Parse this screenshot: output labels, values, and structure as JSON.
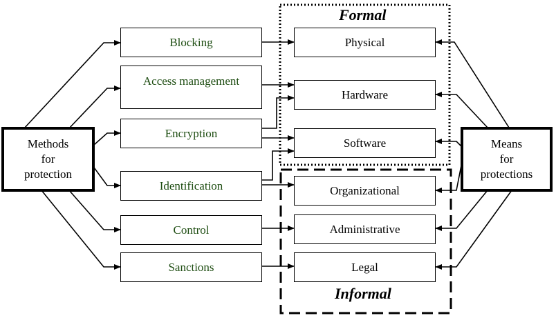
{
  "left_hub": {
    "line1": "Methods",
    "line2": "for",
    "line3": "protection"
  },
  "right_hub": {
    "line1": "Means",
    "line2": "for",
    "line3": "protections"
  },
  "methods": [
    "Blocking",
    "Access management",
    "Encryption",
    "Identification",
    "Control",
    "Sanctions"
  ],
  "means": [
    "Physical",
    "Hardware",
    "Software",
    "Organizational",
    "Administrative",
    "Legal"
  ],
  "groups": {
    "formal": "Formal",
    "informal": "Informal"
  },
  "colors": {
    "method_text": "#1e4d12",
    "lines": "#000000"
  }
}
